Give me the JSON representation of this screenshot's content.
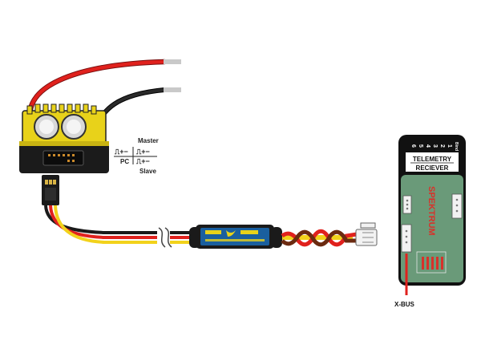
{
  "esc": {
    "mode_label_top": "Master",
    "mode_label_left": "PC",
    "mode_label_bottom": "Slave",
    "pulse_symbol_1": "⎍+−",
    "pulse_symbol_2": "⎍+−",
    "pulse_symbol_3": "⎍+−"
  },
  "receiver": {
    "title_line1": "TELEMETRY",
    "title_line2": "RECIEVER",
    "brand": "SPEKTRUM",
    "channel_numbers": [
      "6",
      "5",
      "4",
      "3",
      "2",
      "1"
    ],
    "bind_label": "Bind"
  },
  "xbus": {
    "label": "X-BUS"
  },
  "colors": {
    "wire_red": "#e0211d",
    "wire_black": "#1a1a1a",
    "wire_yellow": "#f2d21b",
    "heatsink_yellow": "#e8d21a",
    "board_green": "#6a9a79",
    "module_blue": "#1a5f9e"
  }
}
